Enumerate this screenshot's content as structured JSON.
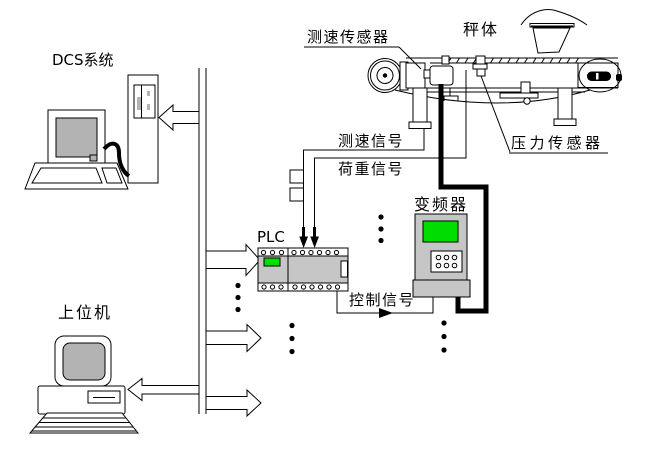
{
  "diagram": {
    "labels": {
      "dcs_system": "DCS系统",
      "host_computer": "上位机",
      "plc": "PLC",
      "inverter": "变频器",
      "speed_sensor": "测速传感器",
      "scale_body": "秤体",
      "pressure_sensor": "压力传感器",
      "speed_signal": "测速信号",
      "load_signal": "荷重信号",
      "control_signal": "控制信号"
    },
    "colors": {
      "line": "#000000",
      "background": "#ffffff",
      "device_gray": "#c6c6c6",
      "screen_gray": "#b3b3b3",
      "indicator_green": "#00dd00"
    }
  }
}
